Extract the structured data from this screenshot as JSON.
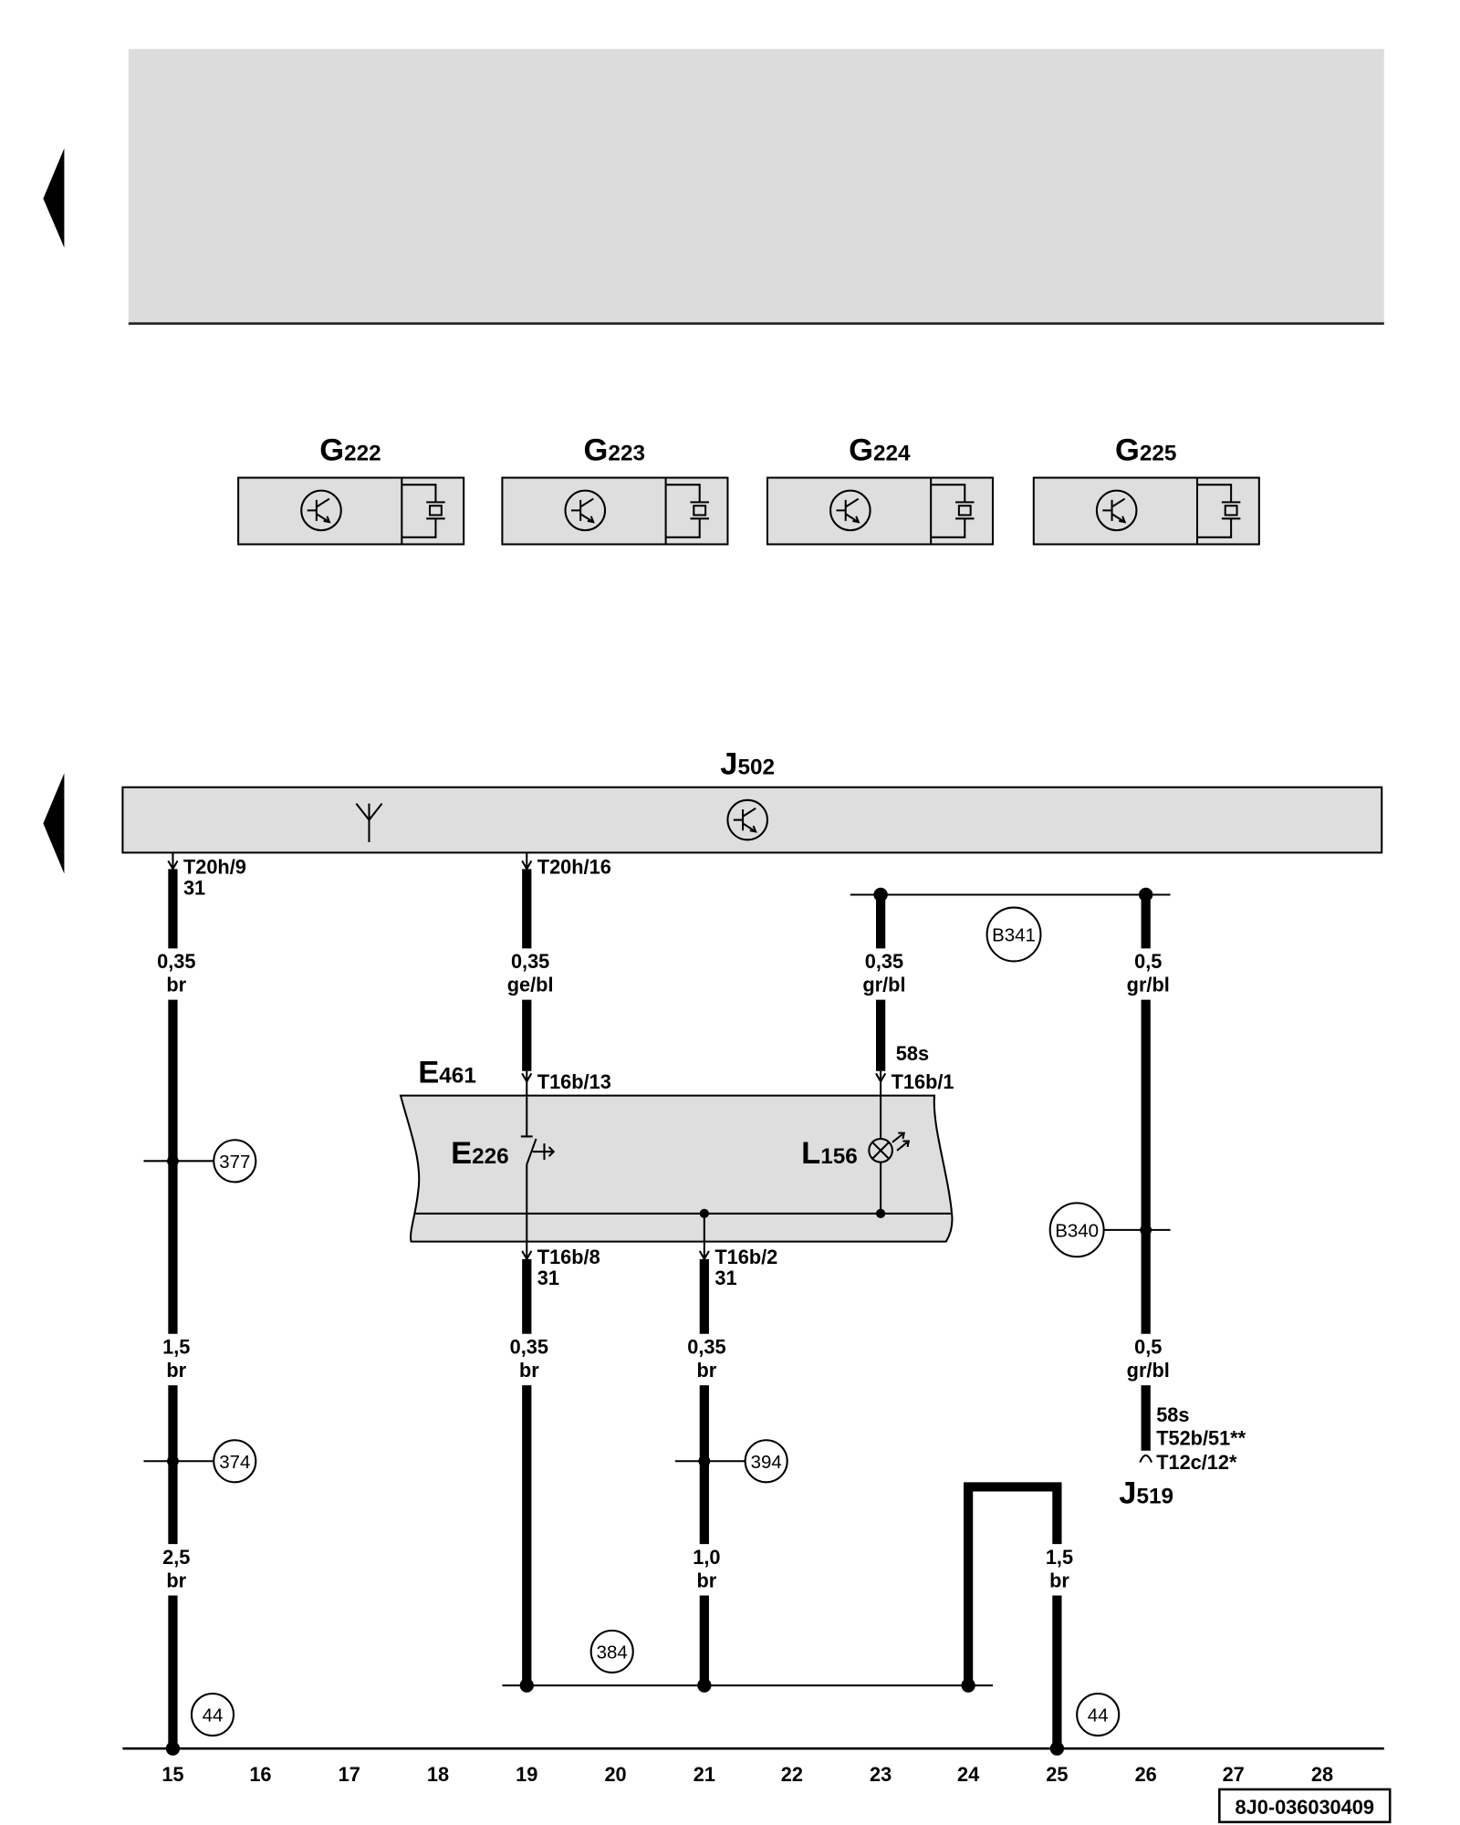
{
  "diagram": {
    "sensors": [
      {
        "letter": "G",
        "number": "222"
      },
      {
        "letter": "G",
        "number": "223"
      },
      {
        "letter": "G",
        "number": "224"
      },
      {
        "letter": "G",
        "number": "225"
      }
    ],
    "control_unit": {
      "letter": "J",
      "number": "502"
    },
    "switch_module": {
      "letter": "E",
      "number": "461"
    },
    "switch": {
      "letter": "E",
      "number": "226"
    },
    "lamp": {
      "letter": "L",
      "number": "156"
    },
    "control_unit_2": {
      "letter": "J",
      "number": "519"
    },
    "connectors": {
      "c15_top": {
        "pin": "T20h/9",
        "terminal": "31"
      },
      "c19_top": {
        "pin": "T20h/16"
      },
      "c19_mid": {
        "pin": "T16b/13"
      },
      "c23_mid": {
        "terminal": "58s",
        "pin": "T16b/1"
      },
      "c19_bot": {
        "pin": "T16b/8",
        "terminal": "31"
      },
      "c21_bot": {
        "pin": "T16b/2",
        "terminal": "31"
      },
      "c26_bot": {
        "terminal": "58s",
        "pin_a": "T52b/51**",
        "pin_b": "T12c/12*"
      }
    },
    "wires": {
      "w15_a": {
        "size": "0,35",
        "color": "br"
      },
      "w15_b": {
        "size": "1,5",
        "color": "br"
      },
      "w15_c": {
        "size": "2,5",
        "color": "br"
      },
      "w19_a": {
        "size": "0,35",
        "color": "ge/bl"
      },
      "w19_b": {
        "size": "0,35",
        "color": "br"
      },
      "w21_a": {
        "size": "0,35",
        "color": "br"
      },
      "w21_b": {
        "size": "1,0",
        "color": "br"
      },
      "w23_a": {
        "size": "0,35",
        "color": "gr/bl"
      },
      "w25_a": {
        "size": "1,5",
        "color": "br"
      },
      "w26_a": {
        "size": "0,5",
        "color": "gr/bl"
      },
      "w26_b": {
        "size": "0,5",
        "color": "gr/bl"
      }
    },
    "refs": {
      "r377": "377",
      "r374": "374",
      "r394": "394",
      "r384": "384",
      "r44_a": "44",
      "r44_b": "44",
      "b341": "B341",
      "b340": "B340"
    },
    "tracks": [
      "15",
      "16",
      "17",
      "18",
      "19",
      "20",
      "21",
      "22",
      "23",
      "24",
      "25",
      "26",
      "27",
      "28"
    ],
    "document_number": "8J0-036030409"
  },
  "colors": {
    "component_fill": "#dedede",
    "panel_fill": "#dcdcdc",
    "wire": "#000000"
  }
}
